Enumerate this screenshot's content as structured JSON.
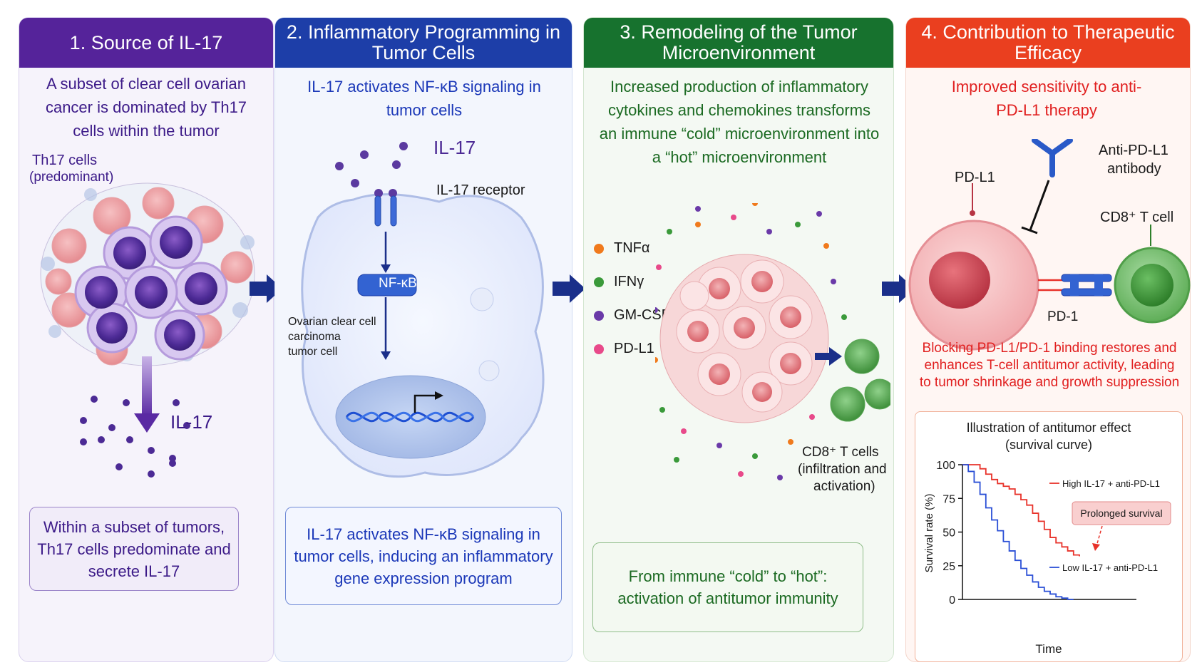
{
  "panel1": {
    "title": "1. Source of IL-17",
    "description": "A subset of clear cell ovarian cancer is dominated by Th17 cells within the tumor",
    "th17_label": "Th17 cells",
    "th17_sub": "(predominant)",
    "il17_label": "IL-17",
    "summary": "Within a subset of tumors, Th17 cells predominate and secrete IL-17"
  },
  "panel2": {
    "title": "2. Inflammatory Programming in Tumor Cells",
    "description": "IL-17 activates NF-κB signaling in tumor cells",
    "il17_label": "IL-17",
    "receptor_label": "IL-17 receptor",
    "nfkb_label": "NF-κB",
    "cell_label_1": "Ovarian clear cell",
    "cell_label_2": "carcinoma",
    "cell_label_3": "tumor cell",
    "summary": "IL-17 activates NF-κB signaling in tumor cells, inducing an inflammatory gene expression program"
  },
  "panel3": {
    "title": "3. Remodeling of the Tumor Microenvironment",
    "description": "Increased production of inflammatory cytokines and chemokines transforms an immune “cold” microenvironment into a “hot” microenvironment",
    "legend": [
      {
        "label": "TNFα",
        "color": "#f07a1c"
      },
      {
        "label": "IFNγ",
        "color": "#3a9a3a"
      },
      {
        "label": "GM-CSF",
        "color": "#6a3aa8"
      },
      {
        "label": "PD-L1",
        "color": "#e84a8a"
      }
    ],
    "tcell_label_1": "CD8⁺ T cells",
    "tcell_label_2": "(infiltration and",
    "tcell_label_3": "activation)",
    "summary": "From immune “cold” to “hot”: activation of antitumor immunity"
  },
  "panel4": {
    "title": "4. Contribution to Therapeutic Efficacy",
    "description": "Improved sensitivity to anti-PD-L1 therapy",
    "antibody_label_1": "Anti-PD-L1",
    "antibody_label_2": "antibody",
    "pdl1_label": "PD-L1",
    "cd8_label": "CD8⁺ T cell",
    "pd1_label": "PD-1",
    "explanation": "Blocking PD-L1/PD-1 binding restores and enhances T-cell antitumor activity, leading to tumor shrinkage and growth suppression"
  },
  "chart_data": {
    "type": "line",
    "title": "Illustration of antitumor effect (survival curve)",
    "xlabel": "Time",
    "ylabel": "Survival rate (%)",
    "ylim": [
      0,
      100
    ],
    "yticks": [
      0,
      25,
      50,
      75,
      100
    ],
    "annotation": "Prolonged survival",
    "series": [
      {
        "name": "High IL-17 + anti-PD-L1",
        "color": "#e8322a",
        "x": [
          0,
          6,
          12,
          16,
          20,
          24,
          28,
          32,
          36,
          40,
          44,
          48,
          52,
          56,
          60,
          64,
          68,
          72,
          76,
          80
        ],
        "y": [
          100,
          100,
          97,
          93,
          89,
          86,
          84,
          82,
          78,
          74,
          70,
          64,
          58,
          52,
          46,
          42,
          39,
          36,
          33,
          32
        ]
      },
      {
        "name": "Low IL-17 + anti-PD-L1",
        "color": "#2a4fd6",
        "x": [
          0,
          4,
          8,
          12,
          16,
          20,
          24,
          28,
          32,
          36,
          40,
          44,
          48,
          52,
          56,
          60,
          64,
          68,
          72,
          76
        ],
        "y": [
          100,
          95,
          87,
          78,
          68,
          59,
          51,
          43,
          36,
          29,
          23,
          18,
          13,
          9,
          6,
          4,
          2,
          1,
          0,
          0
        ]
      }
    ]
  }
}
